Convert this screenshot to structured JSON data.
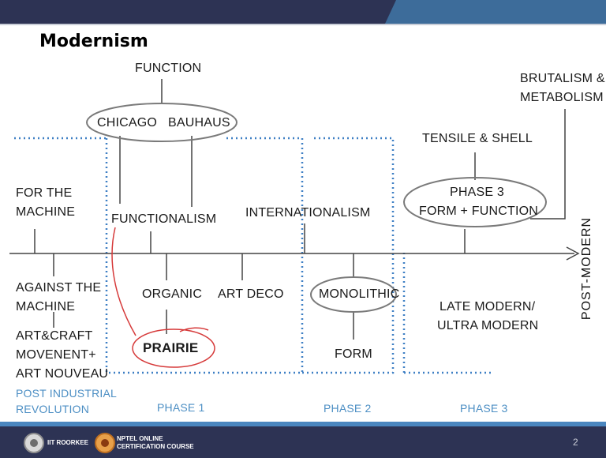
{
  "slide": {
    "title": "Modernism",
    "page_number": "2",
    "vertical_label": "POST-MODERN"
  },
  "labels": {
    "function": "FUNCTION",
    "chicago": "CHICAGO",
    "bauhaus": "BAUHAUS",
    "for_the": "FOR THE",
    "machine": "MACHINE",
    "functionalism": "FUNCTIONALISM",
    "internationalism": "INTERNATIONALISM",
    "brutalism_1": "BRUTALISM &",
    "brutalism_2": "METABOLISM",
    "tensile": "TENSILE & SHELL",
    "phase3_1": "PHASE 3",
    "phase3_2": "FORM + FUNCTION",
    "against_1": "AGAINST THE",
    "against_2": "MACHINE",
    "art_craft_1": "ART&CRAFT",
    "art_craft_2": "MOVENENT+",
    "art_craft_3": "ART NOUVEAU",
    "organic": "ORGANIC",
    "art_deco": "ART DECO",
    "prairie": "PRAIRIE",
    "monolithic": "MONOLITHIC",
    "form": "FORM",
    "late_modern_1": "LATE MODERN/",
    "late_modern_2": "ULTRA MODERN",
    "post_industrial_1": "POST INDUSTRIAL",
    "post_industrial_2": "REVOLUTION",
    "phase1": "PHASE 1",
    "phase2": "PHASE 2",
    "phase3": "PHASE 3"
  },
  "footer": {
    "institute": "IIT ROORKEE",
    "nptel_1": "NPTEL ONLINE",
    "nptel_2": "CERTIFICATION COURSE"
  },
  "colors": {
    "header": "#2d3354",
    "accent_blue": "#4d8fc4",
    "annotation_red": "#d63a3a"
  }
}
